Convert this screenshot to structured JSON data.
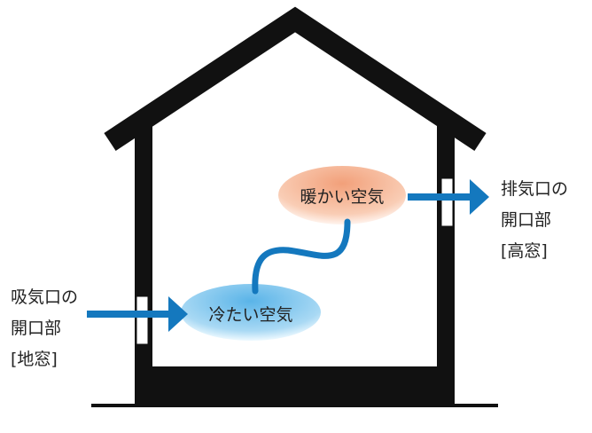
{
  "colors": {
    "structure": "#111111",
    "arrow": "#1478be",
    "warm": "#f4b08e",
    "cold": "#7ec4ec"
  },
  "warm_air": "暖かい空気",
  "cold_air": "冷たい空気",
  "intake": {
    "line1": "吸気口の",
    "line2": "開口部",
    "line3": "[地窓]"
  },
  "exhaust": {
    "line1": "排気口の",
    "line2": "開口部",
    "line3": "[高窓]"
  }
}
